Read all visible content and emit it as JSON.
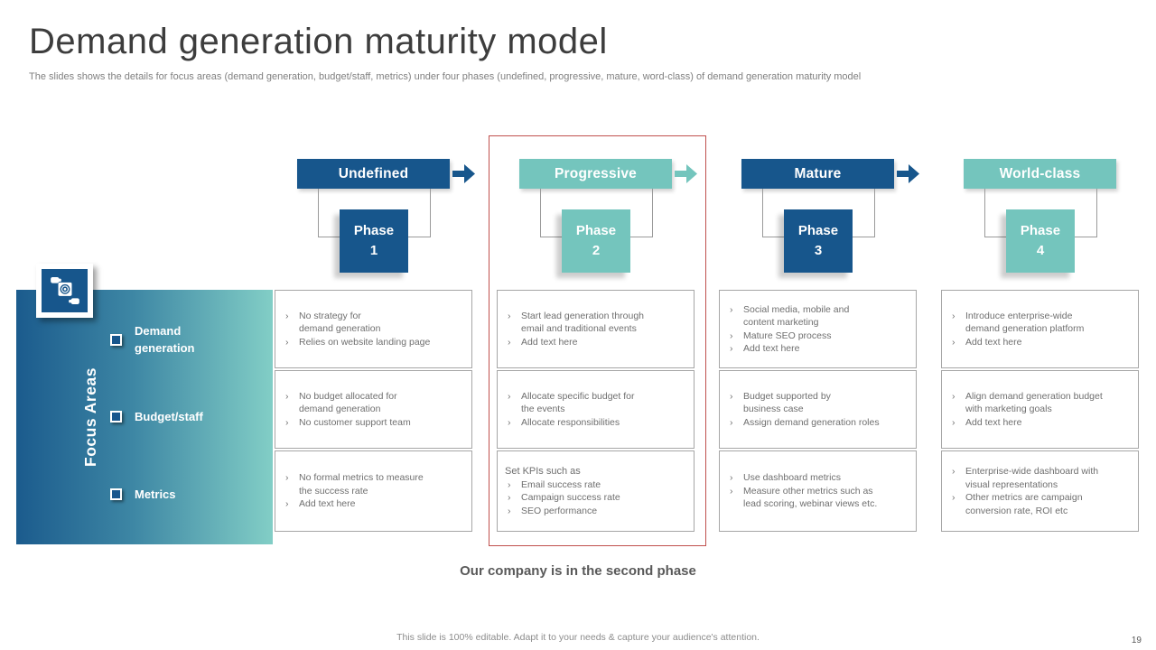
{
  "ui": {
    "bullet_char": "›"
  },
  "colors": {
    "dark_blue": "#17568c",
    "teal": "#74c5bd",
    "highlight_red": "#c0504d",
    "sidebar_gradient_start": "#1b5b8d",
    "sidebar_gradient_end": "#82cec6",
    "body_text": "#6f6f6f"
  },
  "slide": {
    "title": "Demand generation maturity model",
    "subtitle": "The slides shows the details for focus areas (demand generation, budget/staff, metrics) under four phases (undefined, progressive, mature, word-class) of demand generation maturity model",
    "conclusion": "Our company is in the second phase",
    "footer_note": "This slide is 100% editable. Adapt it to your needs & capture your audience's attention.",
    "page_number": "19"
  },
  "focus_areas": {
    "label": "Focus Areas",
    "items": [
      {
        "label": "Demand generation"
      },
      {
        "label": "Budget/staff"
      },
      {
        "label": "Metrics"
      }
    ]
  },
  "phases": [
    {
      "stage": "Undefined",
      "phase_word": "Phase",
      "phase_number": "1",
      "cells": [
        {
          "bullets": [
            "No strategy for\ndemand generation",
            "Relies on website landing page"
          ]
        },
        {
          "bullets": [
            "No budget allocated for\ndemand generation",
            "No customer support team"
          ]
        },
        {
          "bullets": [
            "No formal metrics to measure\nthe success rate",
            "Add text here"
          ]
        }
      ]
    },
    {
      "stage": "Progressive",
      "phase_word": "Phase",
      "phase_number": "2",
      "cells": [
        {
          "bullets": [
            "Start lead generation through\nemail and traditional events",
            "Add text here"
          ]
        },
        {
          "bullets": [
            "Allocate specific budget for\nthe events",
            "Allocate responsibilities"
          ]
        },
        {
          "intro": "Set KPIs such as",
          "bullets": [
            "Email success rate",
            "Campaign success rate",
            "SEO performance"
          ]
        }
      ]
    },
    {
      "stage": "Mature",
      "phase_word": "Phase",
      "phase_number": "3",
      "cells": [
        {
          "bullets": [
            "Social media, mobile and\ncontent marketing",
            "Mature SEO process",
            "Add text here"
          ]
        },
        {
          "bullets": [
            "Budget supported by\nbusiness case",
            "Assign demand generation roles"
          ]
        },
        {
          "bullets": [
            "Use dashboard metrics",
            "Measure other metrics such as\nlead scoring, webinar views etc."
          ]
        }
      ]
    },
    {
      "stage": "World-class",
      "phase_word": "Phase",
      "phase_number": "4",
      "cells": [
        {
          "bullets": [
            "Introduce enterprise-wide\ndemand generation platform",
            "Add text here"
          ]
        },
        {
          "bullets": [
            "Align demand generation budget\nwith marketing goals",
            "Add text here"
          ]
        },
        {
          "bullets": [
            "Enterprise-wide dashboard with\nvisual representations",
            "Other metrics are campaign\nconversion rate, ROI etc"
          ]
        }
      ]
    }
  ]
}
